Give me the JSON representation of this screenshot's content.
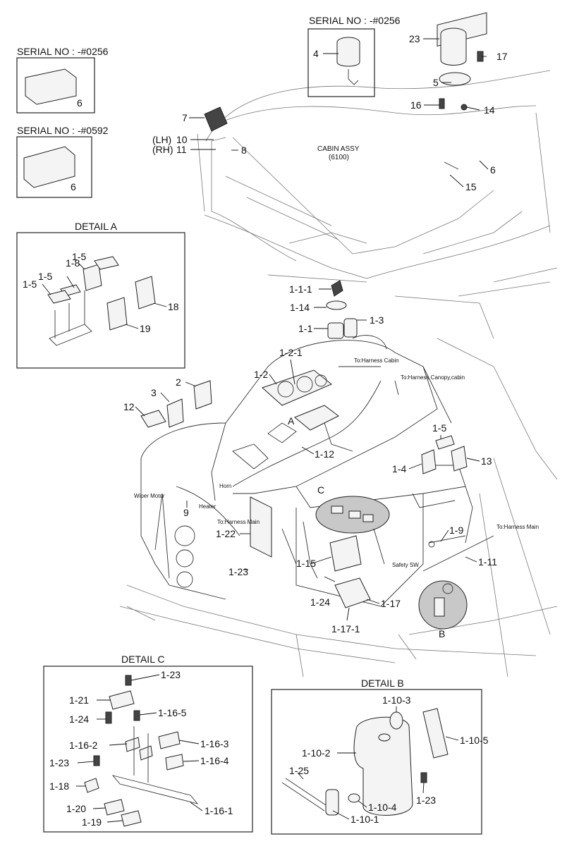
{
  "titles": {
    "serial_top": "SERIAL NO : -#0256",
    "serial_left1": "SERIAL NO : -#0256",
    "serial_left2": "SERIAL NO : -#0592",
    "detail_a": "DETAIL A",
    "detail_b": "DETAIL B",
    "detail_c": "DETAIL C",
    "cabin_assy": "CABIN ASSY",
    "cabin_assy_no": "(6100)"
  },
  "markers": {
    "a": "A",
    "b": "B",
    "c": "C"
  },
  "annotations": {
    "to_harness_cabin": "To:Harness Cabin",
    "to_harness_canopy": "To:Harness Canopy,cabin",
    "to_harness_main_left": "To:Harness Main",
    "to_harness_main_right": "To:Harness Main",
    "wiper_motor": "Wiper Motor",
    "horn": "Horn",
    "heater": "Heater",
    "safety_sw": "Safety SW"
  },
  "labels": {
    "p4": "4",
    "p23_top": "23",
    "p17": "17",
    "p5": "5",
    "p16": "16",
    "p14": "14",
    "p6_a": "6",
    "p6_b": "6",
    "p6_c": "6",
    "p15": "15",
    "p7": "7",
    "lh": "(LH)",
    "p10": "10",
    "rh": "(RH)",
    "p11": "11",
    "p8": "8",
    "p1_1_1": "1-1-1",
    "p1_14": "1-14",
    "p1_1": "1-1",
    "p1_3": "1-3",
    "p1_2_1": "1-2-1",
    "p1_2": "1-2",
    "p2": "2",
    "p3": "3",
    "p12": "12",
    "p1_12": "1-12",
    "p1_5": "1-5",
    "p1_4": "1-4",
    "p13": "13",
    "p9": "9",
    "p1_22": "1-22",
    "p1_23": "1-23",
    "p1_15": "1-15",
    "p1_24": "1-24",
    "p1_17": "1-17",
    "p1_17_1": "1-17-1",
    "p1_9": "1-9",
    "p1_11": "1-11",
    "da_1_8": "1-8",
    "da_1_5a": "1-5",
    "da_1_5b": "1-5",
    "da_1_5c": "1-5",
    "da_18": "18",
    "da_19": "19",
    "dc_1_23a": "1-23",
    "dc_1_21": "1-21",
    "dc_1_24": "1-24",
    "dc_1_16_5": "1-16-5",
    "dc_1_16_2": "1-16-2",
    "dc_1_16_3": "1-16-3",
    "dc_1_23b": "1-23",
    "dc_1_16_4": "1-16-4",
    "dc_1_18": "1-18",
    "dc_1_20": "1-20",
    "dc_1_19": "1-19",
    "dc_1_16_1": "1-16-1",
    "db_1_10_3": "1-10-3",
    "db_1_10_2": "1-10-2",
    "db_1_10_5": "1-10-5",
    "db_1_25": "1-25",
    "db_1_23": "1-23",
    "db_1_10_4": "1-10-4",
    "db_1_10_1": "1-10-1"
  }
}
